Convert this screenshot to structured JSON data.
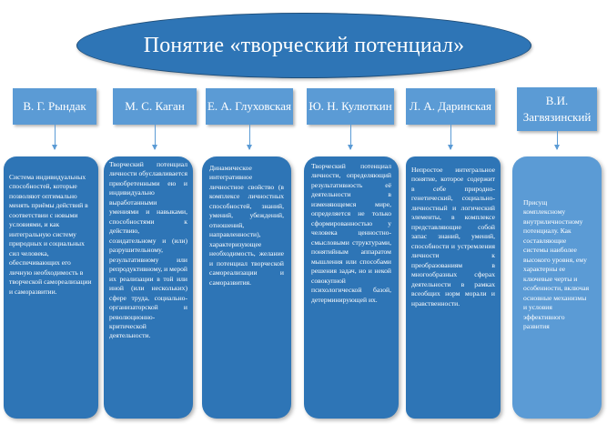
{
  "title": "Понятие «творческий потенциал»",
  "authors": [
    "В. Г. Рындак",
    "М. С. Каган",
    "Е. А. Глуховская",
    "Ю. Н. Кулюткин",
    "Л. А. Даринская",
    "В.И. Загвязинский"
  ],
  "definitions": [
    "Система индивидуальных способностей, которые позволяют оптимально менять приёмы действий в соответствии с новыми условиями, и как интегральную систему природных и социальных сил человека, обеспечивающих его личную необходимость в творческой самореализации и саморазвитии.",
    "Творческий потенциал личности обуславливается приобретенными ею и индивидуально выработанными умениями и навыками, способностями к действию, созидательному и (или) разрушительному, результативному или репродуктивному, и мерой их реализации в той или иной (или нескольких) сфере труда, социально-организаторской и революционно-критической деятельности.",
    "Динамическое интегративное личностное свойство (в комплексе личностных способностей, знаний, умений, убеждений, отношений, направленности), характеризующее необходимость, желание и потенциал творческой самореализации и саморазвития.",
    "Творческий потенциал личности, определяющий результативность её деятельности в изменяющемся мире, определяется не только сформированностью у человека ценностно-смысловыми структурами, понятийным аппаратом мышления или способами решения задач, но и некой совокупной психологической базой, детерминирующей их.",
    "Непростое интегральное понятие, которое содержит в себе природно-генетический, социально-личностный и логический элементы, в комплексе представляющие собой запас знаний, умений, способности и устремления личности к преобразованиям в многообразных сферах деятельности в рамках всеобщих норм морали и нравственности.",
    "Присущ комплексному внутриличностному потенциалу. Как составляющие системы наиболее высокого уровня, ему характерны ее ключевые черты и особенности, включая основные механизмы и условия эффективного развития"
  ]
}
